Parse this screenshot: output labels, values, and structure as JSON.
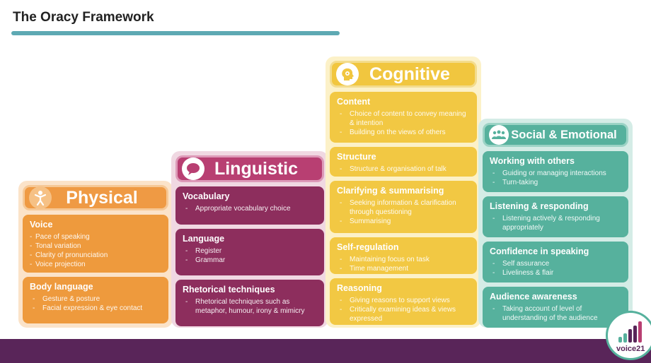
{
  "page": {
    "title": "The Oracy Framework",
    "footer_note": "",
    "logo_text": "voice21"
  },
  "strands": [
    {
      "id": "physical",
      "name": "Physical",
      "icon": "person-icon",
      "color": "#ef9a44",
      "cards": [
        {
          "title": "Voice",
          "items": [
            "Pace of speaking",
            "Tonal variation",
            "Clarity of pronunciation",
            "Voice projection"
          ]
        },
        {
          "title": "Body language",
          "items": [
            "Gesture & posture",
            "Facial expression & eye contact"
          ]
        }
      ]
    },
    {
      "id": "linguistic",
      "name": "Linguistic",
      "icon": "speech-bubble-icon",
      "color": "#8d2e5d",
      "cards": [
        {
          "title": "Vocabulary",
          "items": [
            "Appropriate vocabulary choice"
          ]
        },
        {
          "title": "Language",
          "items": [
            "Register",
            "Grammar"
          ]
        },
        {
          "title": "Rhetorical techniques",
          "items": [
            "Rhetorical techniques such as metaphor, humour, irony & mimicry"
          ]
        }
      ]
    },
    {
      "id": "cognitive",
      "name": "Cognitive",
      "icon": "head-gears-icon",
      "color": "#f2c843",
      "cards": [
        {
          "title": "Content",
          "items": [
            "Choice of content to convey meaning & intention",
            "Building on the views of others"
          ]
        },
        {
          "title": "Structure",
          "items": [
            "Structure & organisation of talk"
          ]
        },
        {
          "title": "Clarifying & summarising",
          "items": [
            "Seeking information & clarification through questioning",
            "Summarising"
          ]
        },
        {
          "title": "Self-regulation",
          "items": [
            "Maintaining focus on task",
            "Time management"
          ]
        },
        {
          "title": "Reasoning",
          "items": [
            "Giving reasons to support views",
            "Critically examining ideas & views expressed"
          ]
        }
      ]
    },
    {
      "id": "social",
      "name": "Social & Emotional",
      "icon": "group-people-icon",
      "color": "#56b19d",
      "cards": [
        {
          "title": "Working with others",
          "items": [
            "Guiding or managing interactions",
            "Turn-taking"
          ]
        },
        {
          "title": "Listening & responding",
          "items": [
            "Listening actively & responding appropriately"
          ]
        },
        {
          "title": "Confidence in speaking",
          "items": [
            "Self assurance",
            "Liveliness & flair"
          ]
        },
        {
          "title": "Audience awareness",
          "items": [
            "Taking account of level of understanding of the audience"
          ]
        }
      ]
    }
  ]
}
